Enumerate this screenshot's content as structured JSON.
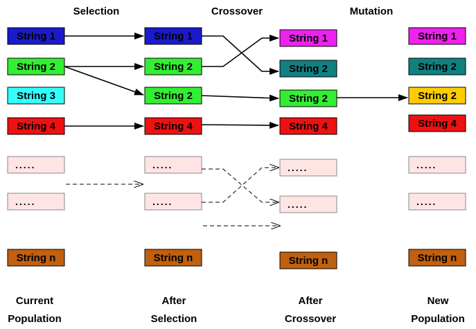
{
  "headers": {
    "selection": "Selection",
    "crossover": "Crossover",
    "mutation": "Mutation"
  },
  "footers": {
    "current_1": "Current",
    "current_2": "Population",
    "after_sel_1": "After",
    "after_sel_2": "Selection",
    "after_cross_1": "After",
    "after_cross_2": "Crossover",
    "new_1": "New",
    "new_2": "Population"
  },
  "strings": {
    "s1": "String 1",
    "s2": "String 2",
    "s3": "String 3",
    "s4": "String 4",
    "sn": "String n",
    "dots": "....."
  },
  "colors": {
    "blue": "#1a1acc",
    "green": "#33ee33",
    "cyan": "#33ffff",
    "red": "#ee1111",
    "magenta": "#ee22ee",
    "teal": "#118080",
    "yellow": "#ffcc00",
    "brown": "#c06010",
    "pink": "#ffe4e4"
  }
}
